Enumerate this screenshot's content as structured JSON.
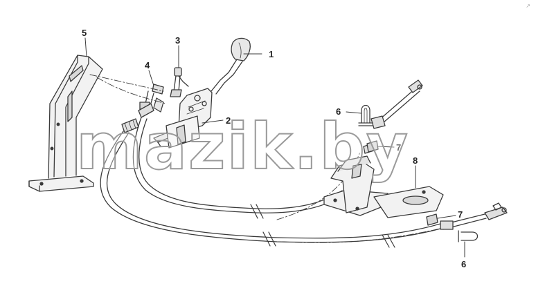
{
  "callouts": [
    {
      "id": "1",
      "label": "1"
    },
    {
      "id": "2",
      "label": "2"
    },
    {
      "id": "3",
      "label": "3"
    },
    {
      "id": "4",
      "label": "4"
    },
    {
      "id": "5",
      "label": "5"
    },
    {
      "id": "6a",
      "label": "6"
    },
    {
      "id": "6b",
      "label": "6"
    },
    {
      "id": "7a",
      "label": "7"
    },
    {
      "id": "7b",
      "label": "7"
    },
    {
      "id": "8",
      "label": "8"
    }
  ],
  "watermark": "mazik.by",
  "corner_mark": "↗",
  "colors": {
    "line": "#3a3a3a",
    "fill": "#f2f2f2",
    "shade": "#d8d8d8"
  }
}
